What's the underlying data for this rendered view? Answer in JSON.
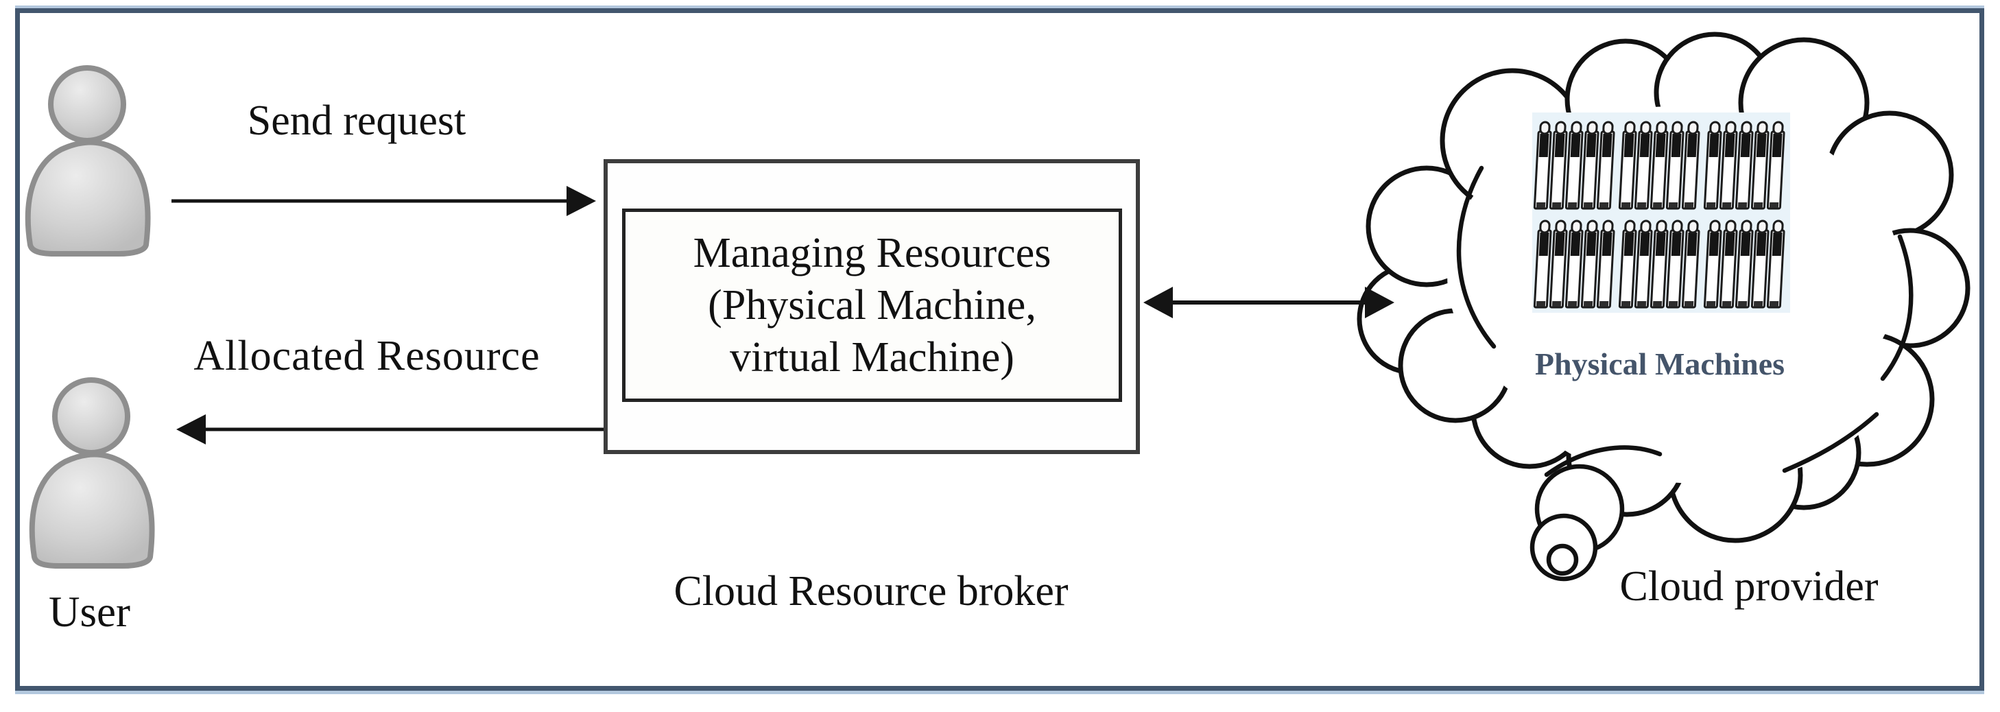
{
  "diagram_title": "Cloud resource brokering diagram",
  "labels": {
    "send_request": "Send request",
    "allocated_resource": "Allocated Resource",
    "user": "User",
    "broker_caption": "Cloud Resource broker",
    "cloud_caption": "Cloud provider",
    "physical_machines": "Physical Machines"
  },
  "broker_box": {
    "line1": "Managing Resources",
    "line2": "(Physical Machine,",
    "line3": "virtual Machine)"
  },
  "cloud": {
    "racks": {
      "rows": 2,
      "columns": 3,
      "towers_per_group": 5
    }
  },
  "icons": [
    "person-icon",
    "server-rack-icon",
    "cloud-icon",
    "thought-bubble-tail-icon",
    "arrow-right-icon",
    "arrow-left-icon",
    "double-arrow-icon"
  ],
  "colors": {
    "frame_border": "#42566e",
    "frame_accent": "#b3c8de",
    "box_border_outer": "#3d3d3d",
    "box_border_inner": "#232323",
    "text": "#111111",
    "physical_machines_text": "#44546a",
    "person_fill": "#cfcfcf",
    "person_stroke": "#8e8e8e",
    "cloud_stroke": "#111111",
    "rack_panel": "#e9f3f9",
    "arrow": "#141414"
  }
}
